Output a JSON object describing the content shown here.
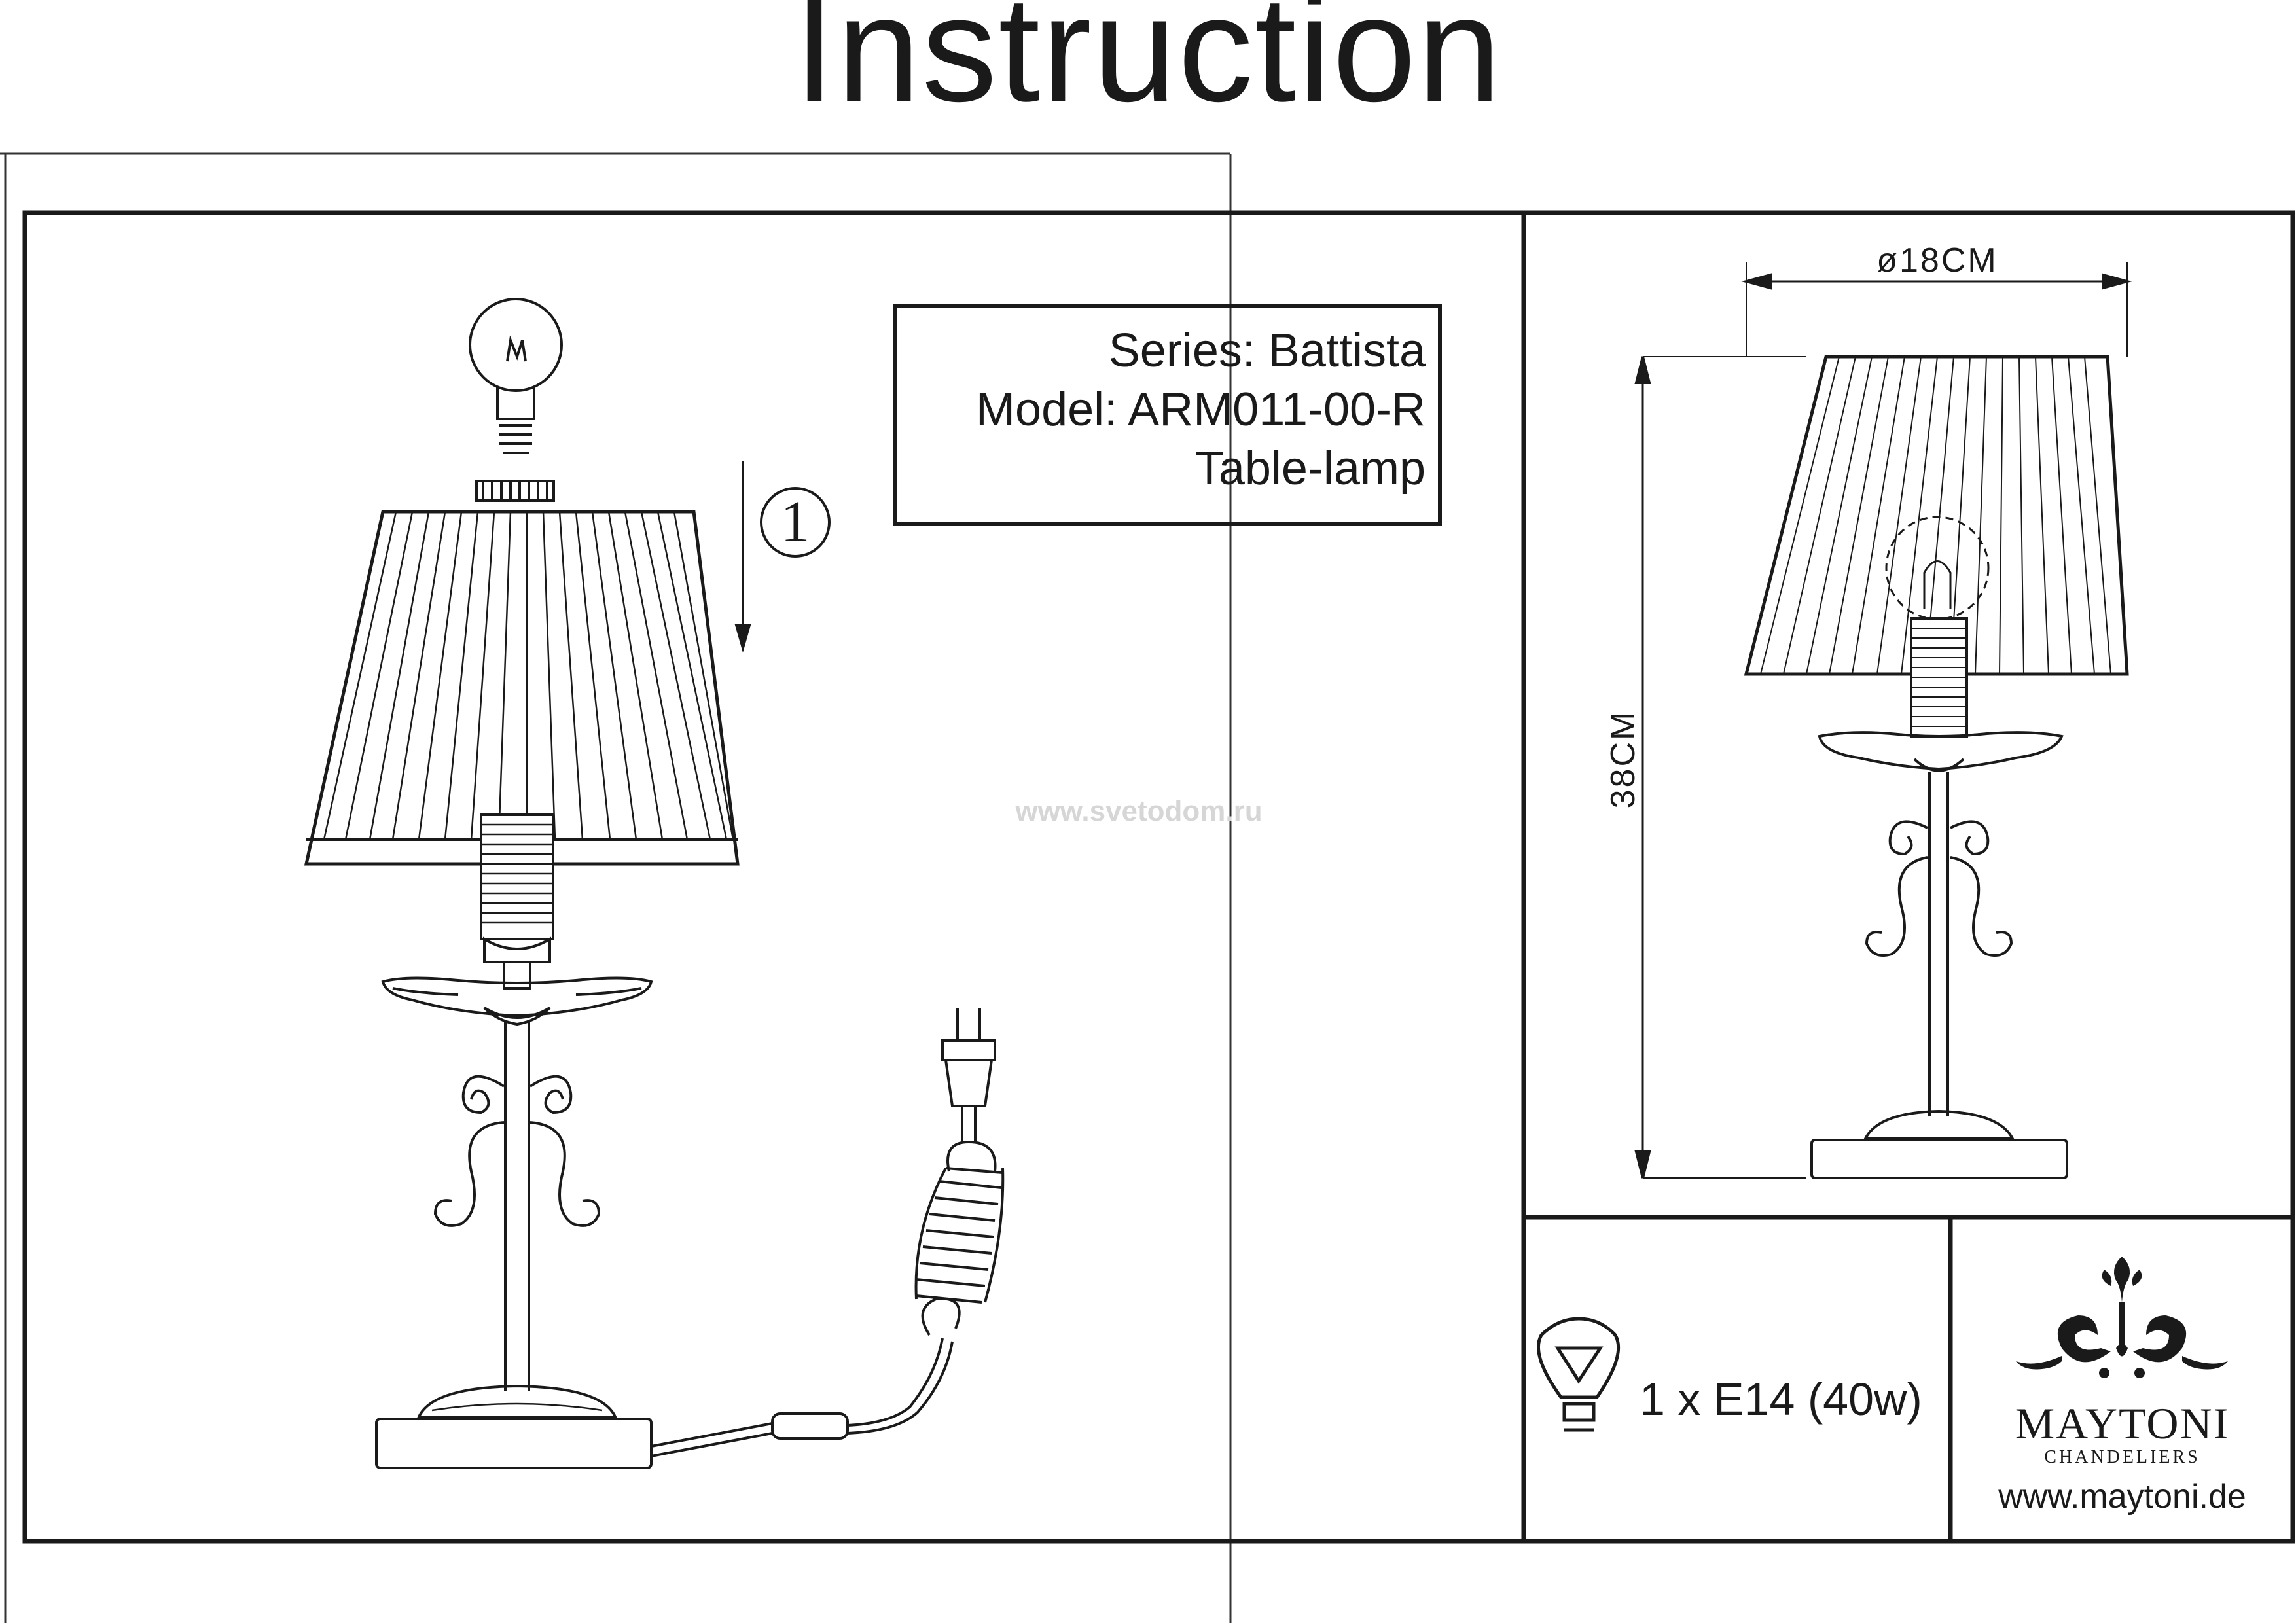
{
  "title": "Instruction",
  "info_box": {
    "series": "Series: Battista",
    "model": "Model: ARM011-00-R",
    "type": "Table-lamp"
  },
  "step_label": "1",
  "watermark": "www.svetodom.ru",
  "dimensions": {
    "diameter": "ø18CM",
    "height": "38CM"
  },
  "bulb_spec": "1 x E14 (40w)",
  "brand": {
    "name": "MAYTONI",
    "tagline": "CHANDELIERS",
    "url": "www.maytoni.de"
  },
  "colors": {
    "ink": "#1a1a1a",
    "watermark": "#d6d6d6"
  }
}
